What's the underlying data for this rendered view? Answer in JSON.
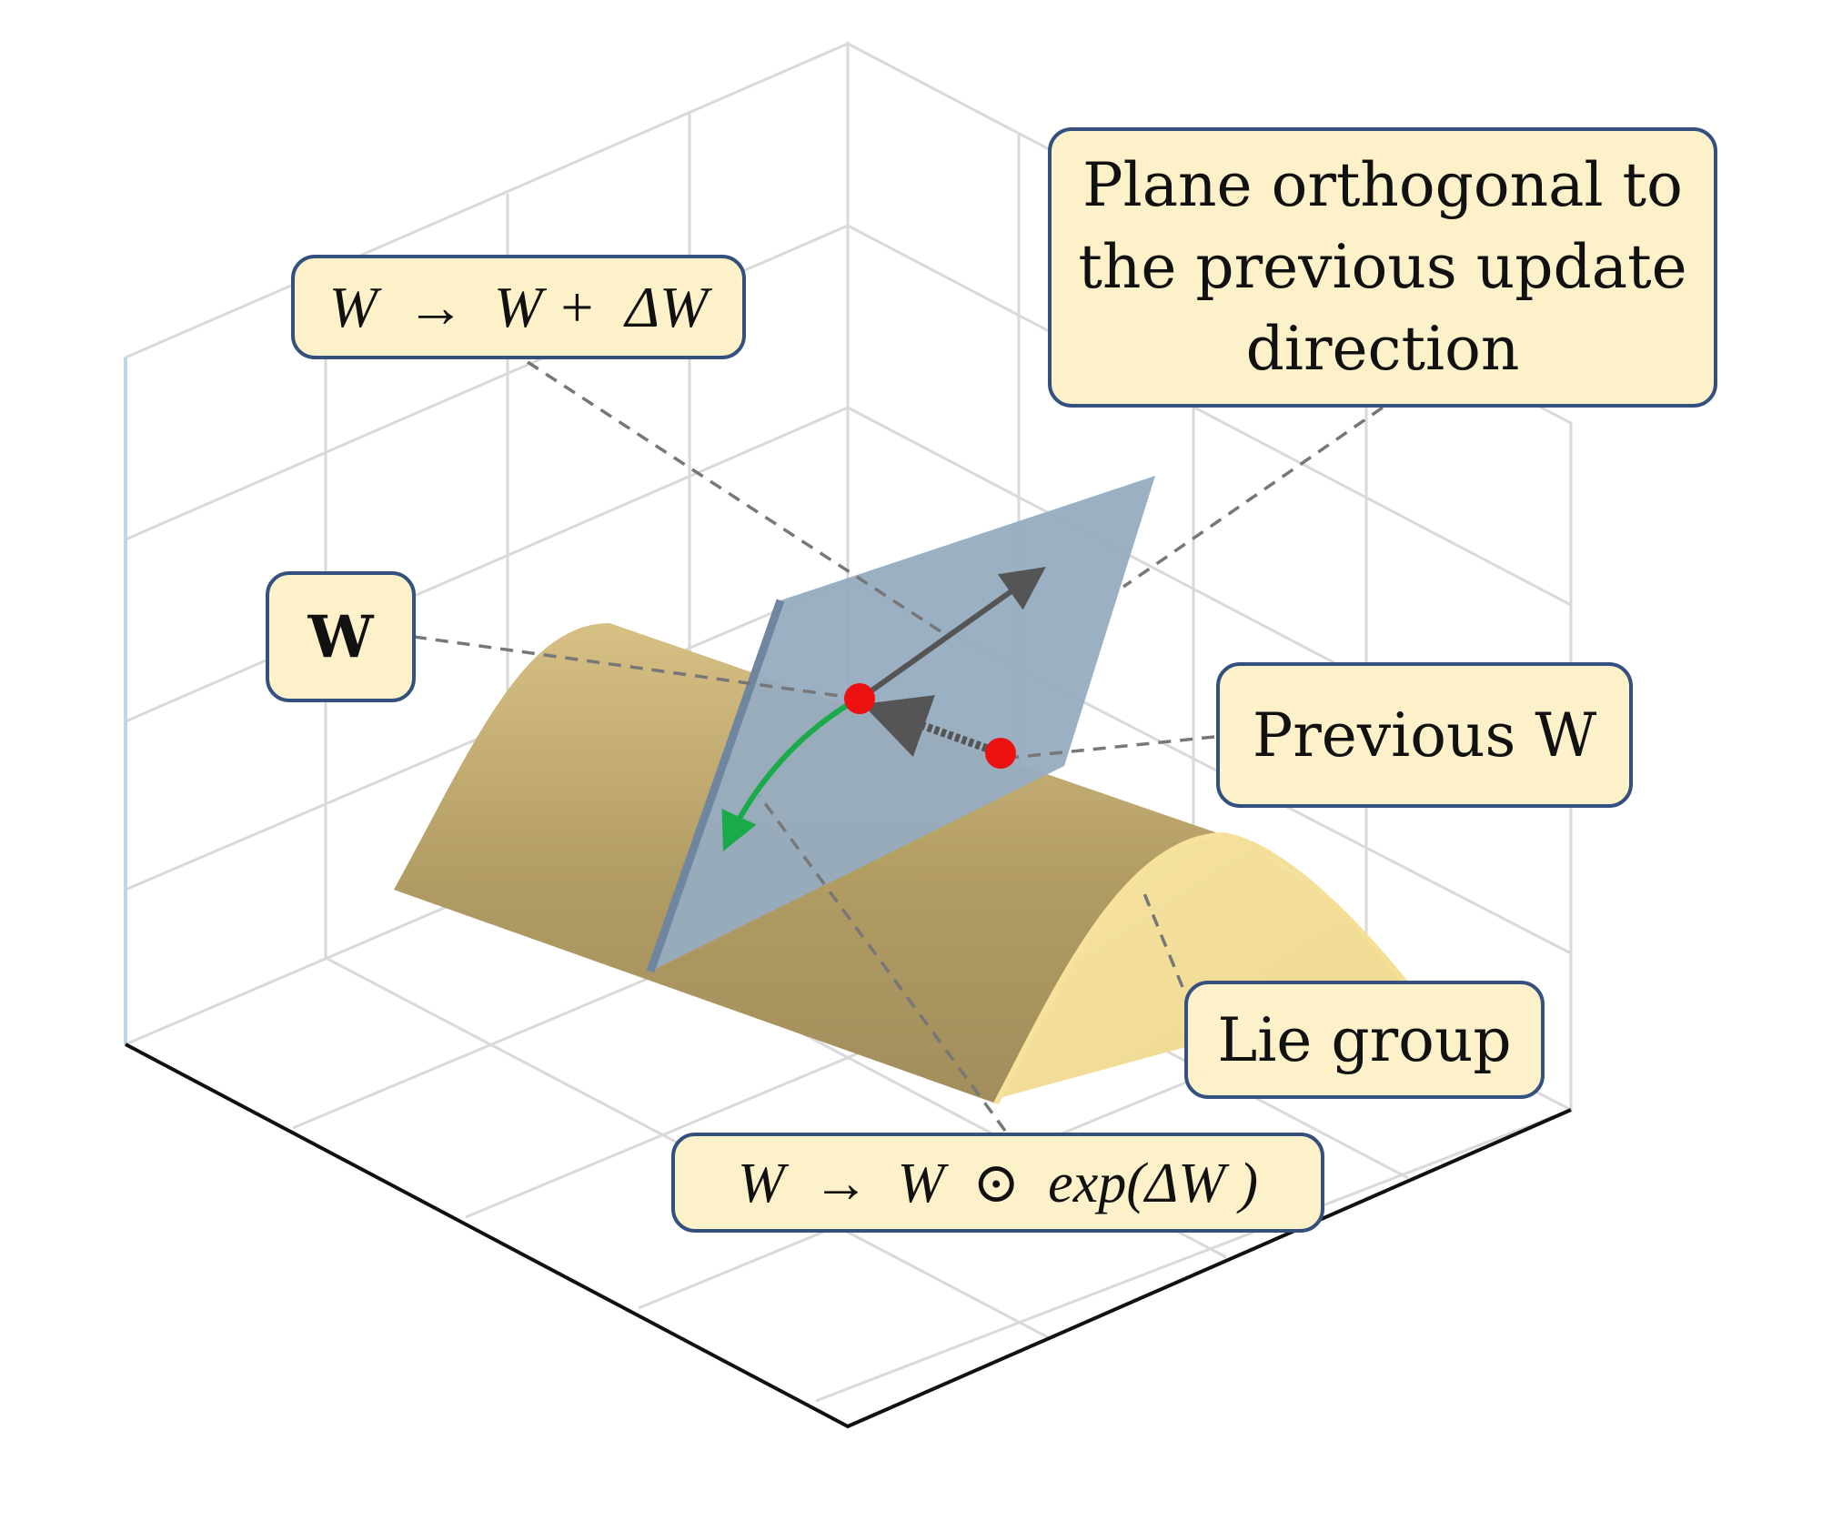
{
  "labels": {
    "plane": "Plane orthogonal to the previous update direction",
    "additive_update": "W  →  W +  ΔW",
    "current_w": "W",
    "previous_w": "Previous W",
    "lie_group": "Lie group",
    "exp_update": "W  →  W  ⊙  exp(ΔW )"
  },
  "colors": {
    "surface": "#c4ae72",
    "plane": "#96acc0",
    "point": "#ee1111",
    "geodesic_arrow": "#1aaa4a",
    "vector_arrow": "#555555",
    "label_fill": "#fdf1c9",
    "label_border": "#33507f",
    "grid": "#d9d9d9",
    "leader": "#777777"
  },
  "icons": [
    "red-point",
    "green-arrow",
    "gray-arrow"
  ]
}
